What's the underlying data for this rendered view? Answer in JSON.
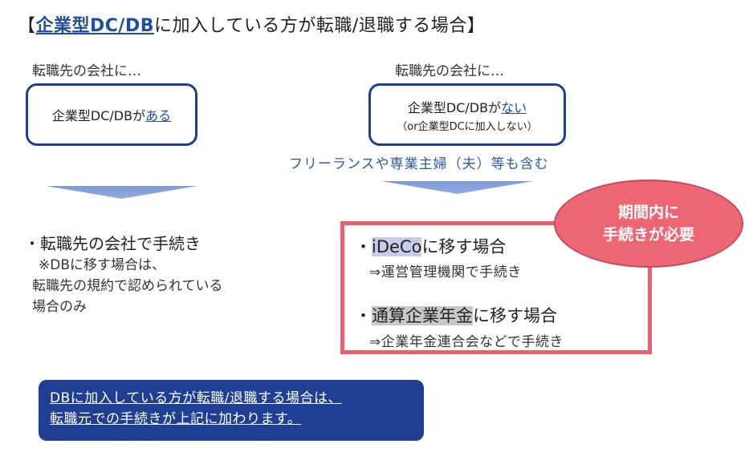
{
  "title": {
    "bracket_open": "【",
    "highlight": "企業型DC/DB",
    "rest": "に加入している方が転職/退職する場合",
    "bracket_close": "】"
  },
  "left": {
    "caption": "転職先の会社に…",
    "box_text_prefix": "企業型DC/DBが",
    "box_text_emphasis": "ある",
    "procedure_title": "・転職先の会社で手続き",
    "notes": [
      "※DBに移す場合は、",
      "転職先の規約で認められている",
      "場合のみ"
    ]
  },
  "right": {
    "caption": "転職先の会社に…",
    "box_text_prefix": "企業型DC/DBが",
    "box_text_emphasis": "ない",
    "box_subtext": "（or企業型DCに加入しない）",
    "freelance_note": "フリーランスや専業主婦（夫）等も含む",
    "options": [
      {
        "bullet": "・",
        "highlight": "iDeCo",
        "rest": "に移す場合",
        "sub": "⇒運営管理機関で手続き"
      },
      {
        "bullet": "・",
        "highlight": "通算企業年金",
        "rest": "に移す場合",
        "sub": "⇒企業年金連合会などで手続き"
      }
    ]
  },
  "callout": {
    "line1": "期間内に",
    "line2": "手続きが必要"
  },
  "bottom_note": {
    "line1": "DBに加入している方が転職/退職する場合は、",
    "line2": "転職元での手続きが上記に加わります。"
  },
  "colors": {
    "navy": "#1f3f95",
    "accent_blue": "#1f4e9c",
    "arrow": "#8aa4db",
    "red_border": "#e8606e",
    "callout_fill": "#ec6673",
    "ideco_highlight": "#c9cce8",
    "tsusan_highlight": "#c8c8c8"
  }
}
